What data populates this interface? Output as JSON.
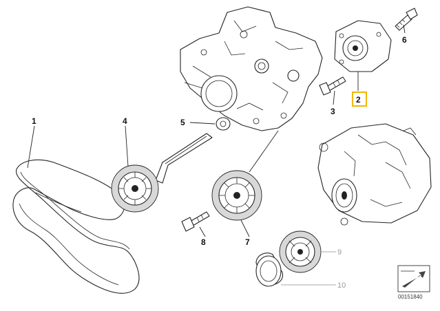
{
  "callouts": {
    "c1": "1",
    "c2": "2",
    "c3": "3",
    "c4": "4",
    "c5": "5",
    "c6": "6",
    "c7": "7",
    "c8": "8",
    "c9": "9",
    "c10": "10"
  },
  "highlight_color": "#f2b500",
  "reference_number": "00151840"
}
